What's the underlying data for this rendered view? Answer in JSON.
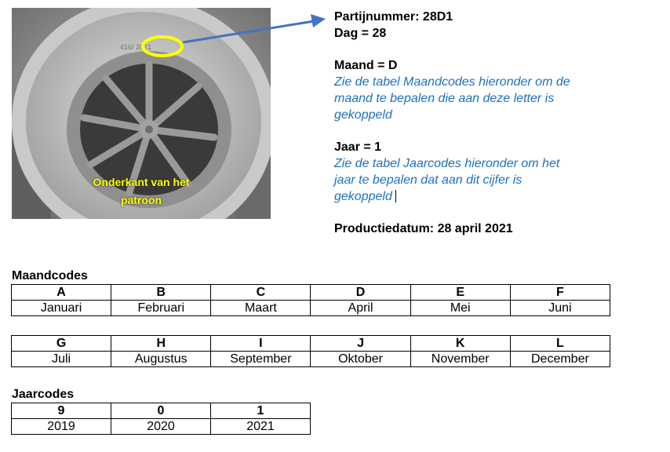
{
  "photo": {
    "stamp_text": "416/ 2021",
    "label_line1": "Onderkant van het",
    "label_line2": "patroon"
  },
  "info": {
    "batch": "Partijnummer: 28D1",
    "day": "Dag = 28",
    "month": "Maand = D",
    "month_note_1": "Zie de tabel Maandcodes hieronder om de",
    "month_note_2": "maand te bepalen die aan deze letter is",
    "month_note_3": "gekoppeld",
    "year": "Jaar = 1",
    "year_note_1": "Zie de tabel Jaarcodes hieronder om het",
    "year_note_2": "jaar te bepalen dat aan dit cijfer is",
    "year_note_3": "gekoppeld",
    "production_date": "Productiedatum: 28 april 2021"
  },
  "month_codes": {
    "title": "Maandcodes",
    "row1": {
      "codes": [
        "A",
        "B",
        "C",
        "D",
        "E",
        "F"
      ],
      "months": [
        "Januari",
        "Februari",
        "Maart",
        "April",
        "Mei",
        "Juni"
      ]
    },
    "row2": {
      "codes": [
        "G",
        "H",
        "I",
        "J",
        "K",
        "L"
      ],
      "months": [
        "Juli",
        "Augustus",
        "September",
        "Oktober",
        "November",
        "December"
      ]
    }
  },
  "year_codes": {
    "title": "Jaarcodes",
    "codes": [
      "9",
      "0",
      "1"
    ],
    "years": [
      "2019",
      "2020",
      "2021"
    ]
  },
  "colors": {
    "accent_blue": "#4472c4",
    "note_blue": "#1f6fbf",
    "highlight_yellow": "#ffff00"
  }
}
